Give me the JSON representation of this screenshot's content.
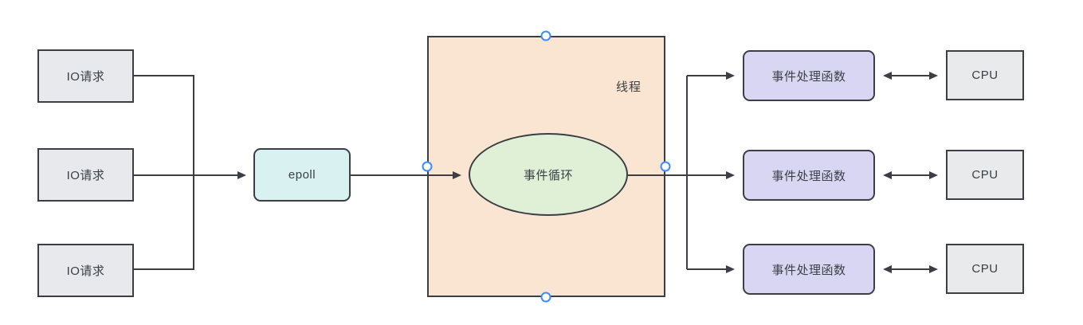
{
  "diagram": {
    "nodes": {
      "io_requests": [
        {
          "label": "IO请求"
        },
        {
          "label": "IO请求"
        },
        {
          "label": "IO请求"
        }
      ],
      "epoll": {
        "label": "epoll"
      },
      "thread_container": {
        "label": "线程"
      },
      "event_loop": {
        "label": "事件循环"
      },
      "event_handlers": [
        {
          "label": "事件处理函数"
        },
        {
          "label": "事件处理函数"
        },
        {
          "label": "事件处理函数"
        }
      ],
      "cpus": [
        {
          "label": "CPU"
        },
        {
          "label": "CPU"
        },
        {
          "label": "CPU"
        }
      ]
    },
    "colors": {
      "io_request_fill": "#e7e9ec",
      "epoll_fill": "#daf1f1",
      "thread_fill": "#fae5d2",
      "event_loop_fill": "#dff0d7",
      "event_handler_fill": "#d9d6f3",
      "cpu_fill": "#e8eaec",
      "border": "#3b3e45",
      "connector": "#3b3e45",
      "selection_handle": "#3b8cff",
      "text": "#3b4045",
      "canvas_bg": "#ffffff"
    }
  }
}
